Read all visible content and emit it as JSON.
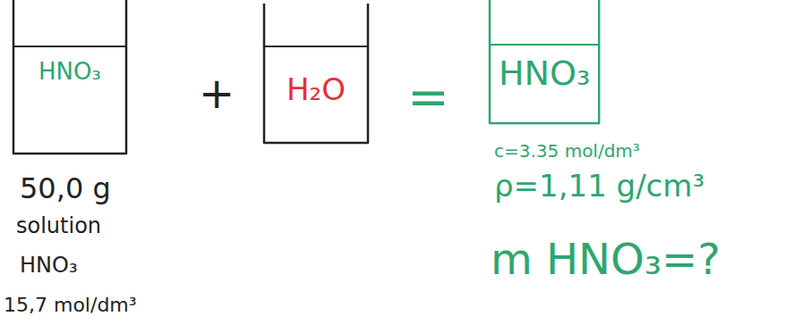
{
  "diagram": {
    "nodes": [
      {
        "text": [
          "HNO₃"
        ]
      },
      {
        "text": [
          "H₂O"
        ]
      },
      {
        "text": [
          "HNO₃"
        ]
      }
    ],
    "labels": [
      "+",
      "=",
      "50,0 g",
      "solution",
      "HNO₃",
      "15,7 mol/dm³",
      "c=3.35 mol/dm³",
      "ρ=1,11 g/cm³",
      "m HNO₃=?"
    ]
  }
}
